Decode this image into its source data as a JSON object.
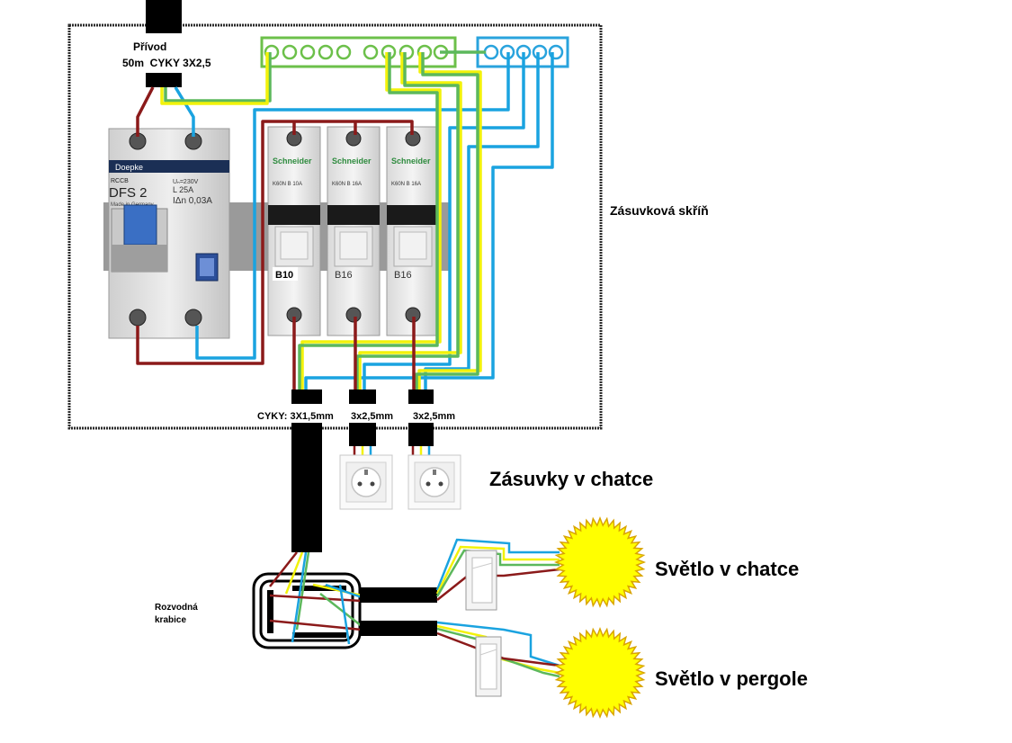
{
  "labels": {
    "supply_title": "Přívod",
    "supply_cable": "50m  CYKY 3X2,5",
    "cabinet": "Zásuvková skříň",
    "cable_1": "CYKY: 3X1,5mm",
    "cable_2": "3x2,5mm",
    "cable_3": "3x2,5mm",
    "sockets": "Zásuvky v chatce",
    "junction_line1": "Rozvodná",
    "junction_line2": "krabice",
    "light_1": "Světlo v chatce",
    "light_2": "Světlo v pergole"
  },
  "rcd": {
    "brand": "Doepke",
    "model_small": "RCCB",
    "model": "DFS 2",
    "specs_line1": "Uₙ=230V",
    "specs_line2": "L 25A",
    "specs_line3": "IΔn 0,03A",
    "origin": "Made in Germany"
  },
  "breakers": [
    {
      "brand": "Schneider",
      "model": "K60N  B 10A",
      "rating": "B10"
    },
    {
      "brand": "Schneider",
      "model": "K60N  B 16A",
      "rating": "B16"
    },
    {
      "brand": "Schneider",
      "model": "K60N  B 16A",
      "rating": "B16"
    }
  ],
  "colors": {
    "phase": "#8b1a1a",
    "neutral": "#1aa3e0",
    "earth_green": "#5cb85c",
    "earth_yellow": "#f2f20a",
    "terminal_green": "#6cc04a",
    "terminal_blue": "#29a3dd",
    "sun": "#ffff00"
  },
  "icons": [
    "socket-icon",
    "light-switch-icon",
    "sun-lamp-icon",
    "junction-box-icon"
  ]
}
